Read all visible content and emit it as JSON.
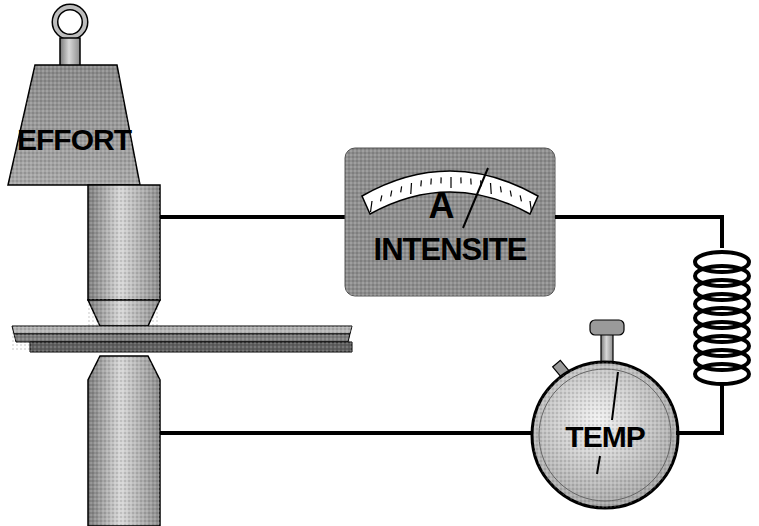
{
  "diagram": {
    "nodes": [
      {
        "text": [
          "EFFORT"
        ]
      },
      {
        "text": [
          "A",
          "INTENSITE"
        ]
      },
      {
        "text": [
          "TEMP"
        ]
      }
    ],
    "edges": [
      {
        "from": 1,
        "to": 2,
        "arrow": "none"
      }
    ]
  }
}
